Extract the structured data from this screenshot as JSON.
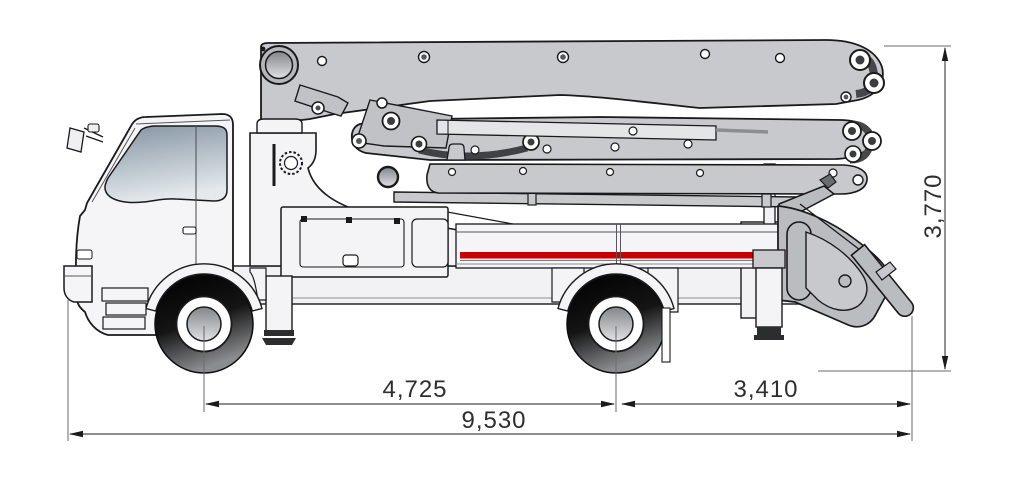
{
  "diagram": {
    "kind": "technical dimension drawing",
    "subject": "truck-mounted concrete boom pump, side elevation",
    "dimensions": {
      "wheelbase": "4,725",
      "rear_axle_to_rear": "3,410",
      "overall_length": "9,530",
      "overall_height": "3,770"
    },
    "colors": {
      "background": "#ffffff",
      "body_fill": "#f4f4f6",
      "mechanism_gray": "#c7c9cc",
      "hopper_gray": "#babdc0",
      "cylinder_gray": "#e4e5e7",
      "outline": "#1a1a1c",
      "stripe_red": "#c80003",
      "dimension_line": "#4a4a4c",
      "extension_line": "#6a6a6c",
      "dimension_text": "#2e2e30",
      "tire_black": "#0c0c0c"
    }
  }
}
